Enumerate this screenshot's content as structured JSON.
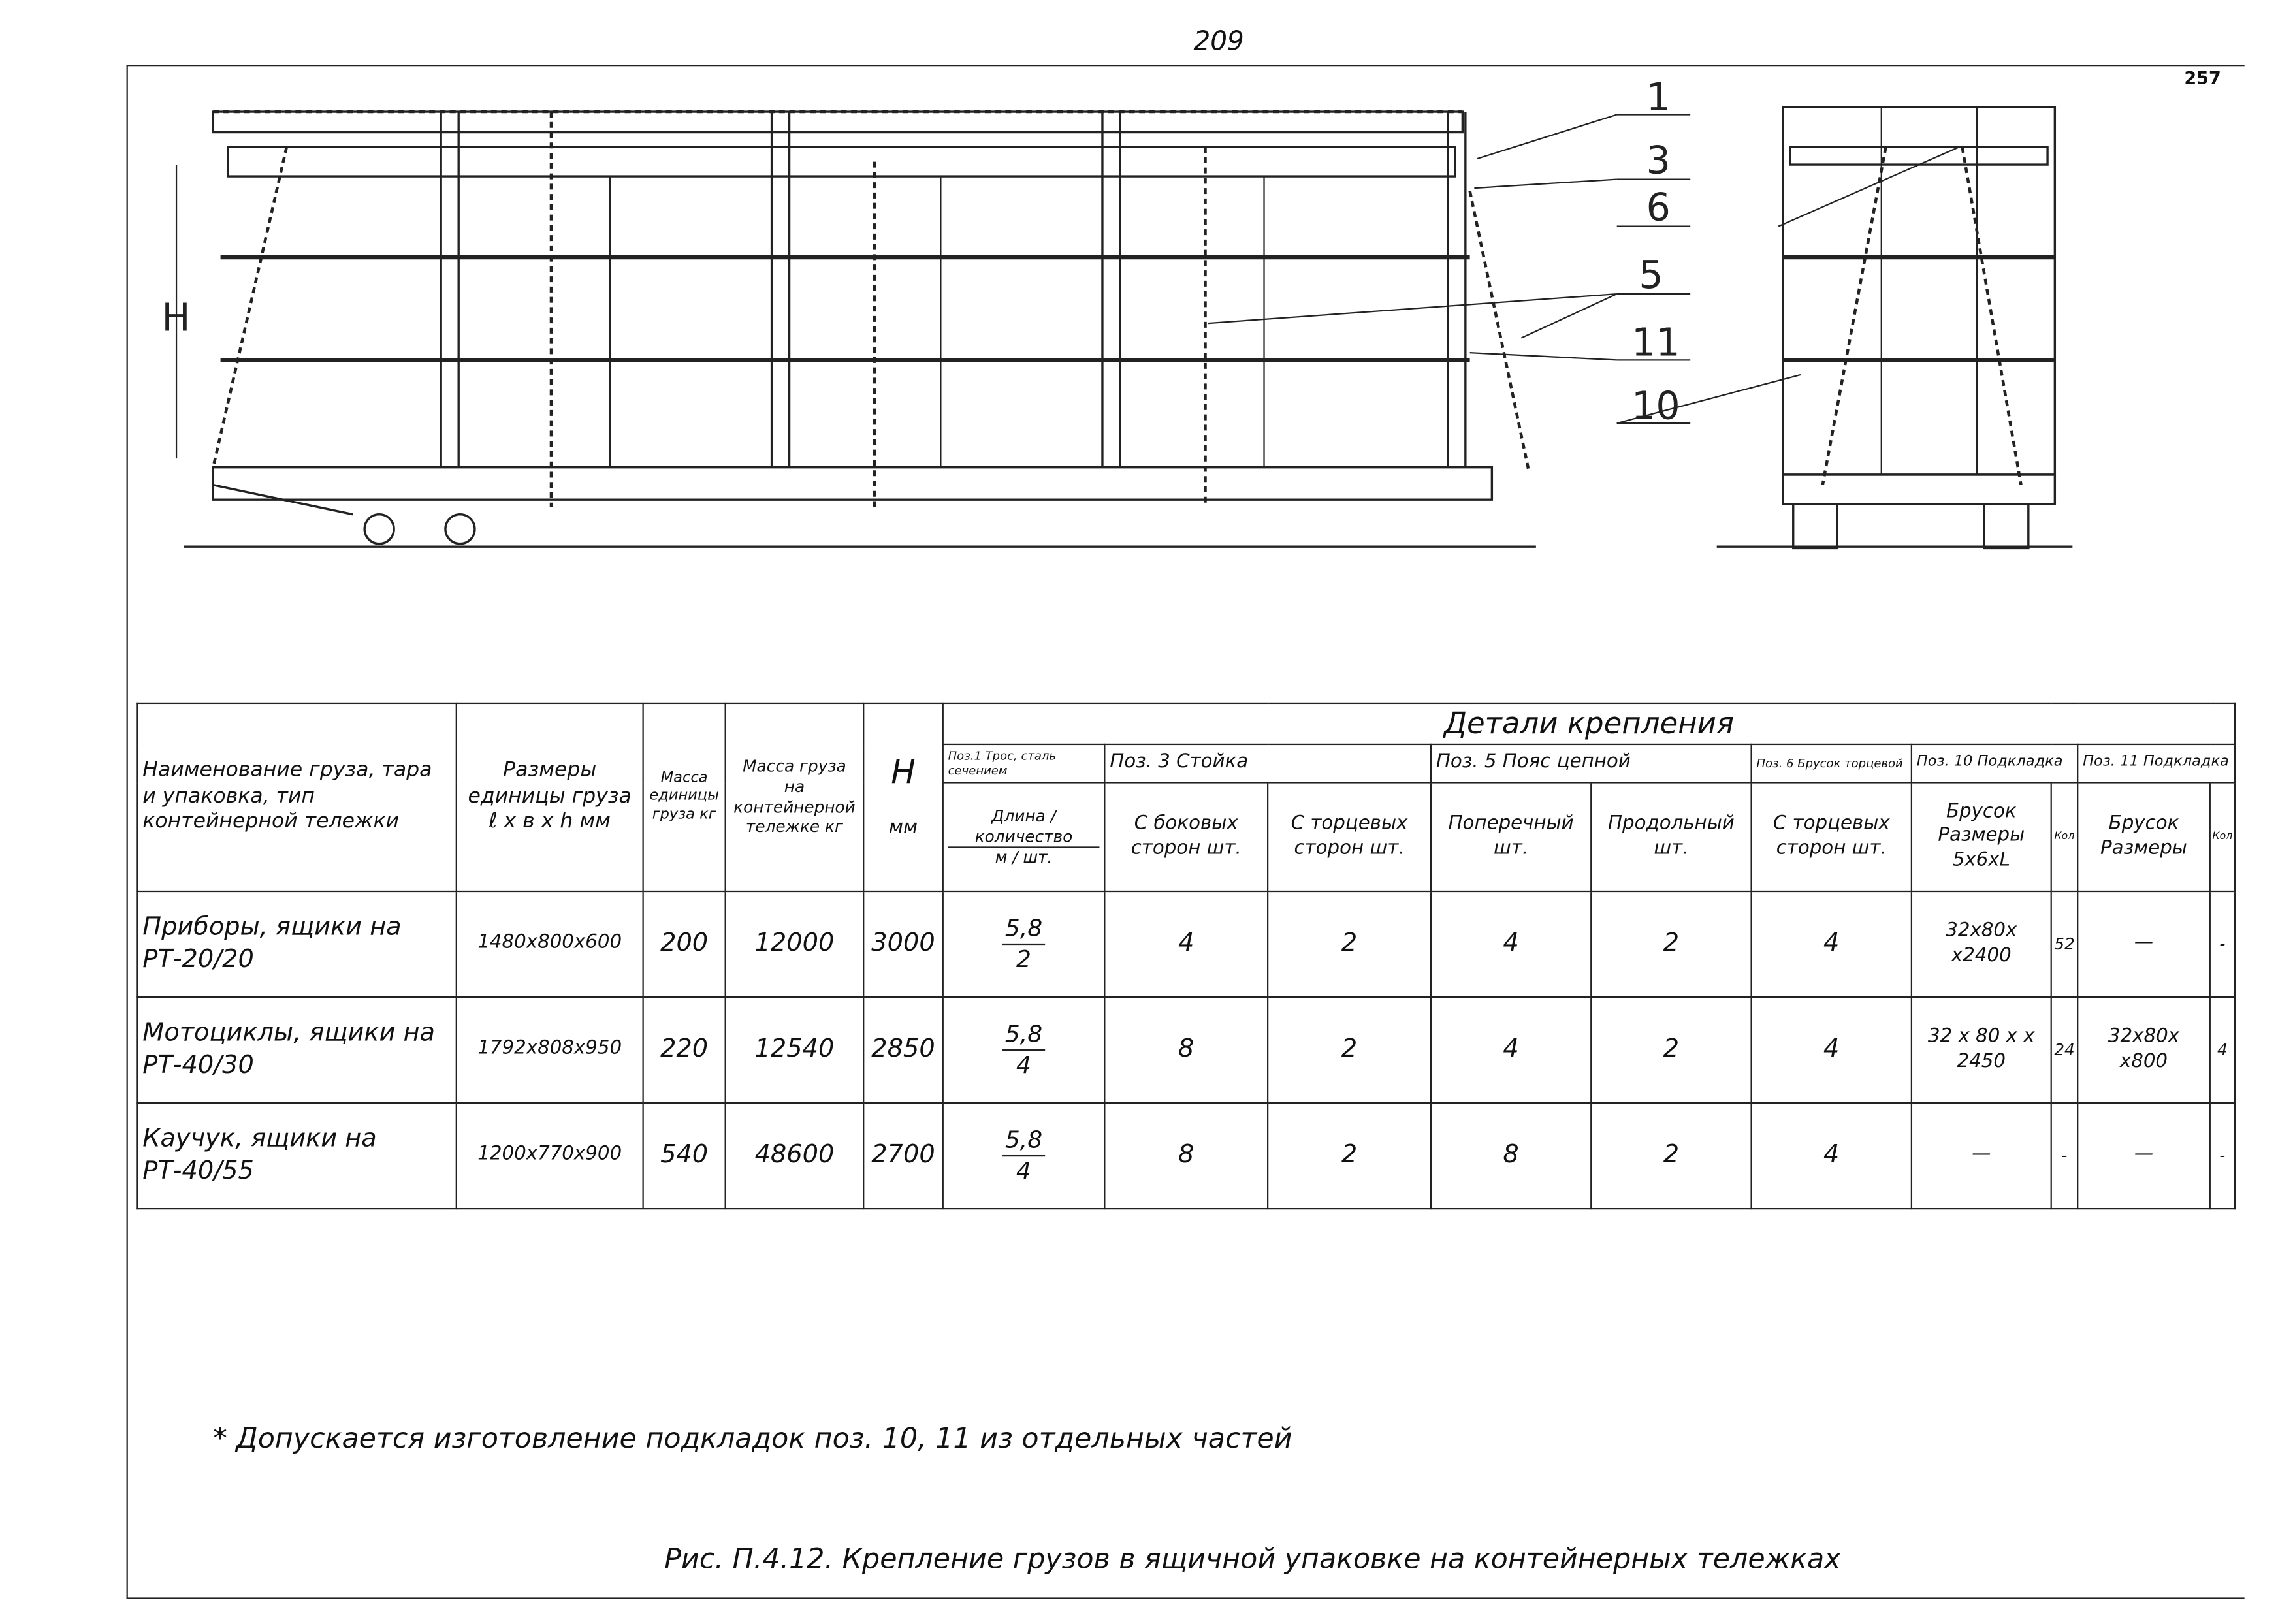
{
  "page_number": "209",
  "sheet_number": "257",
  "drawing": {
    "callouts": [
      "1",
      "3",
      "6",
      "5",
      "11",
      "10"
    ],
    "height_label": "H"
  },
  "table": {
    "group_title": "Детали крепления",
    "headers": {
      "name": "Наименование груза, тара и упаковка, тип контейнерной тележки",
      "sizes": "Размеры единицы груза ℓ x в x h мм",
      "unit_mass": "Масса единицы груза кг",
      "total_mass": "Масса груза на контейнерной тележке кг",
      "h": "H",
      "h_unit": "мм",
      "pos1": "Поз.1 Трос, сталь сечением",
      "pos3": "Поз. 3 Стойка",
      "pos5": "Поз. 5 Пояс цепной",
      "pos6": "Поз. 6 Брусок торцевой",
      "pos10": "Поз. 10 Подкладка",
      "pos11": "Поз. 11 Подкладка",
      "length_qty": "Длина / количество",
      "length_qty_unit": "м / шт.",
      "side": "С боковых сторон шт.",
      "end3": "С торцевых сторон шт.",
      "transverse": "Поперечный шт.",
      "longitudinal": "Продольный шт.",
      "end6": "С торцевых сторон шт.",
      "bar10": "Брусок Размеры 5х6хL",
      "qty10": "Кол",
      "bar11": "Брусок Размеры",
      "qty11": "Кол"
    },
    "rows": [
      {
        "name": "Приборы, ящики на РТ-20/20",
        "sizes": "1480x800x600",
        "unit_mass": "200",
        "total_mass": "12000",
        "h": "3000",
        "len": "5,8",
        "qty": "2",
        "side": "4",
        "end3": "2",
        "transverse": "4",
        "longitudinal": "2",
        "end6": "4",
        "bar10": "32x80x x2400",
        "qty10": "52",
        "bar11": "—",
        "qty11": "-"
      },
      {
        "name": "Мотоциклы, ящики на РТ-40/30",
        "sizes": "1792x808x950",
        "unit_mass": "220",
        "total_mass": "12540",
        "h": "2850",
        "len": "5,8",
        "qty": "4",
        "side": "8",
        "end3": "2",
        "transverse": "4",
        "longitudinal": "2",
        "end6": "4",
        "bar10": "32 x 80 x x 2450",
        "qty10": "24",
        "bar11": "32x80x x800",
        "qty11": "4"
      },
      {
        "name": "Каучук, ящики на РТ-40/55",
        "sizes": "1200x770x900",
        "unit_mass": "540",
        "total_mass": "48600",
        "h": "2700",
        "len": "5,8",
        "qty": "4",
        "side": "8",
        "end3": "2",
        "transverse": "8",
        "longitudinal": "2",
        "end6": "4",
        "bar10": "—",
        "qty10": "-",
        "bar11": "—",
        "qty11": "-"
      }
    ]
  },
  "footnote": "* Допускается изготовление подкладок поз. 10, 11 из отдельных частей",
  "caption": "Рис. П.4.12. Крепление грузов в ящичной упаковке на контейнерных тележках"
}
